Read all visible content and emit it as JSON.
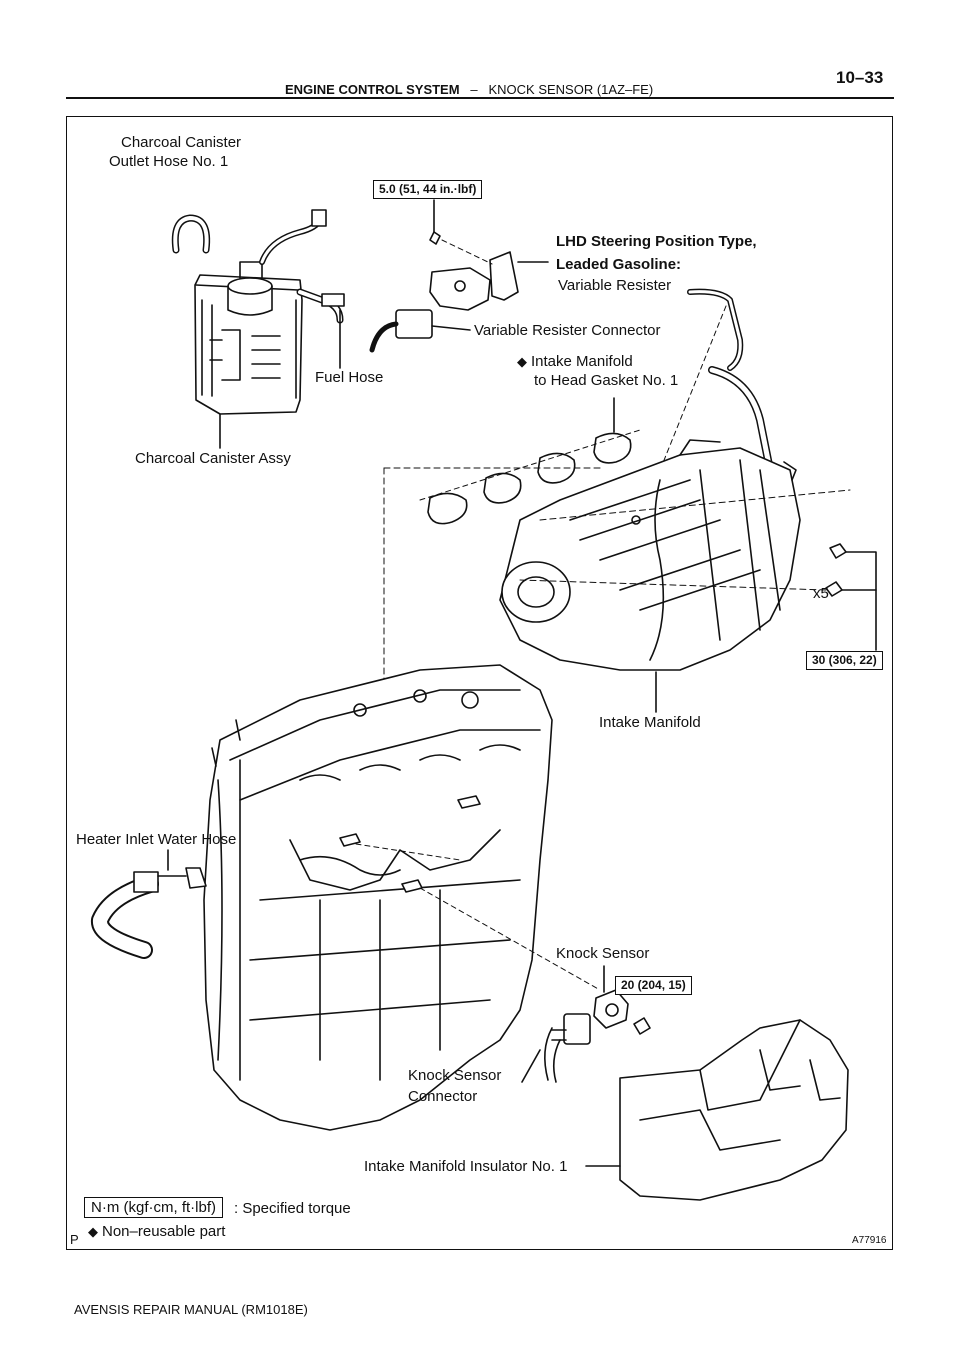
{
  "header": {
    "section": "ENGINE CONTROL SYSTEM",
    "separator": "–",
    "subsection": "KNOCK SENSOR (1AZ–FE)",
    "page": "10–33"
  },
  "labels": {
    "charcoal_canister_outlet_hose_l1": "Charcoal Canister",
    "charcoal_canister_outlet_hose_l2": "Outlet Hose No. 1",
    "torque_variable_resister": "5.0 (51, 44 in.·lbf)",
    "lhd_l1": "LHD Steering Position Type,",
    "lhd_l2": "Leaded Gasoline:",
    "variable_resister": "Variable Resister",
    "variable_resister_connector": "Variable Resister Connector",
    "fuel_hose": "Fuel Hose",
    "intake_gasket_l1": "Intake Manifold",
    "intake_gasket_l2": "to Head Gasket No. 1",
    "charcoal_canister_assy": "Charcoal Canister Assy",
    "bolt_count": "x5",
    "torque_intake_manifold": "30 (306, 22)",
    "intake_manifold": "Intake Manifold",
    "heater_inlet_water_hose": "Heater Inlet Water Hose",
    "knock_sensor": "Knock Sensor",
    "torque_knock_sensor": "20 (204, 15)",
    "knock_sensor_connector_l1": "Knock Sensor",
    "knock_sensor_connector_l2": "Connector",
    "intake_manifold_insulator": "Intake Manifold Insulator No. 1"
  },
  "legend": {
    "torque_unit": "N·m (kgf·cm, ft·lbf)",
    "torque_desc": ": Specified torque",
    "nonreusable_desc": "Non–reusable part"
  },
  "figure": {
    "code": "P",
    "number": "A77916"
  },
  "footer": "AVENSIS REPAIR MANUAL   (RM1018E)"
}
